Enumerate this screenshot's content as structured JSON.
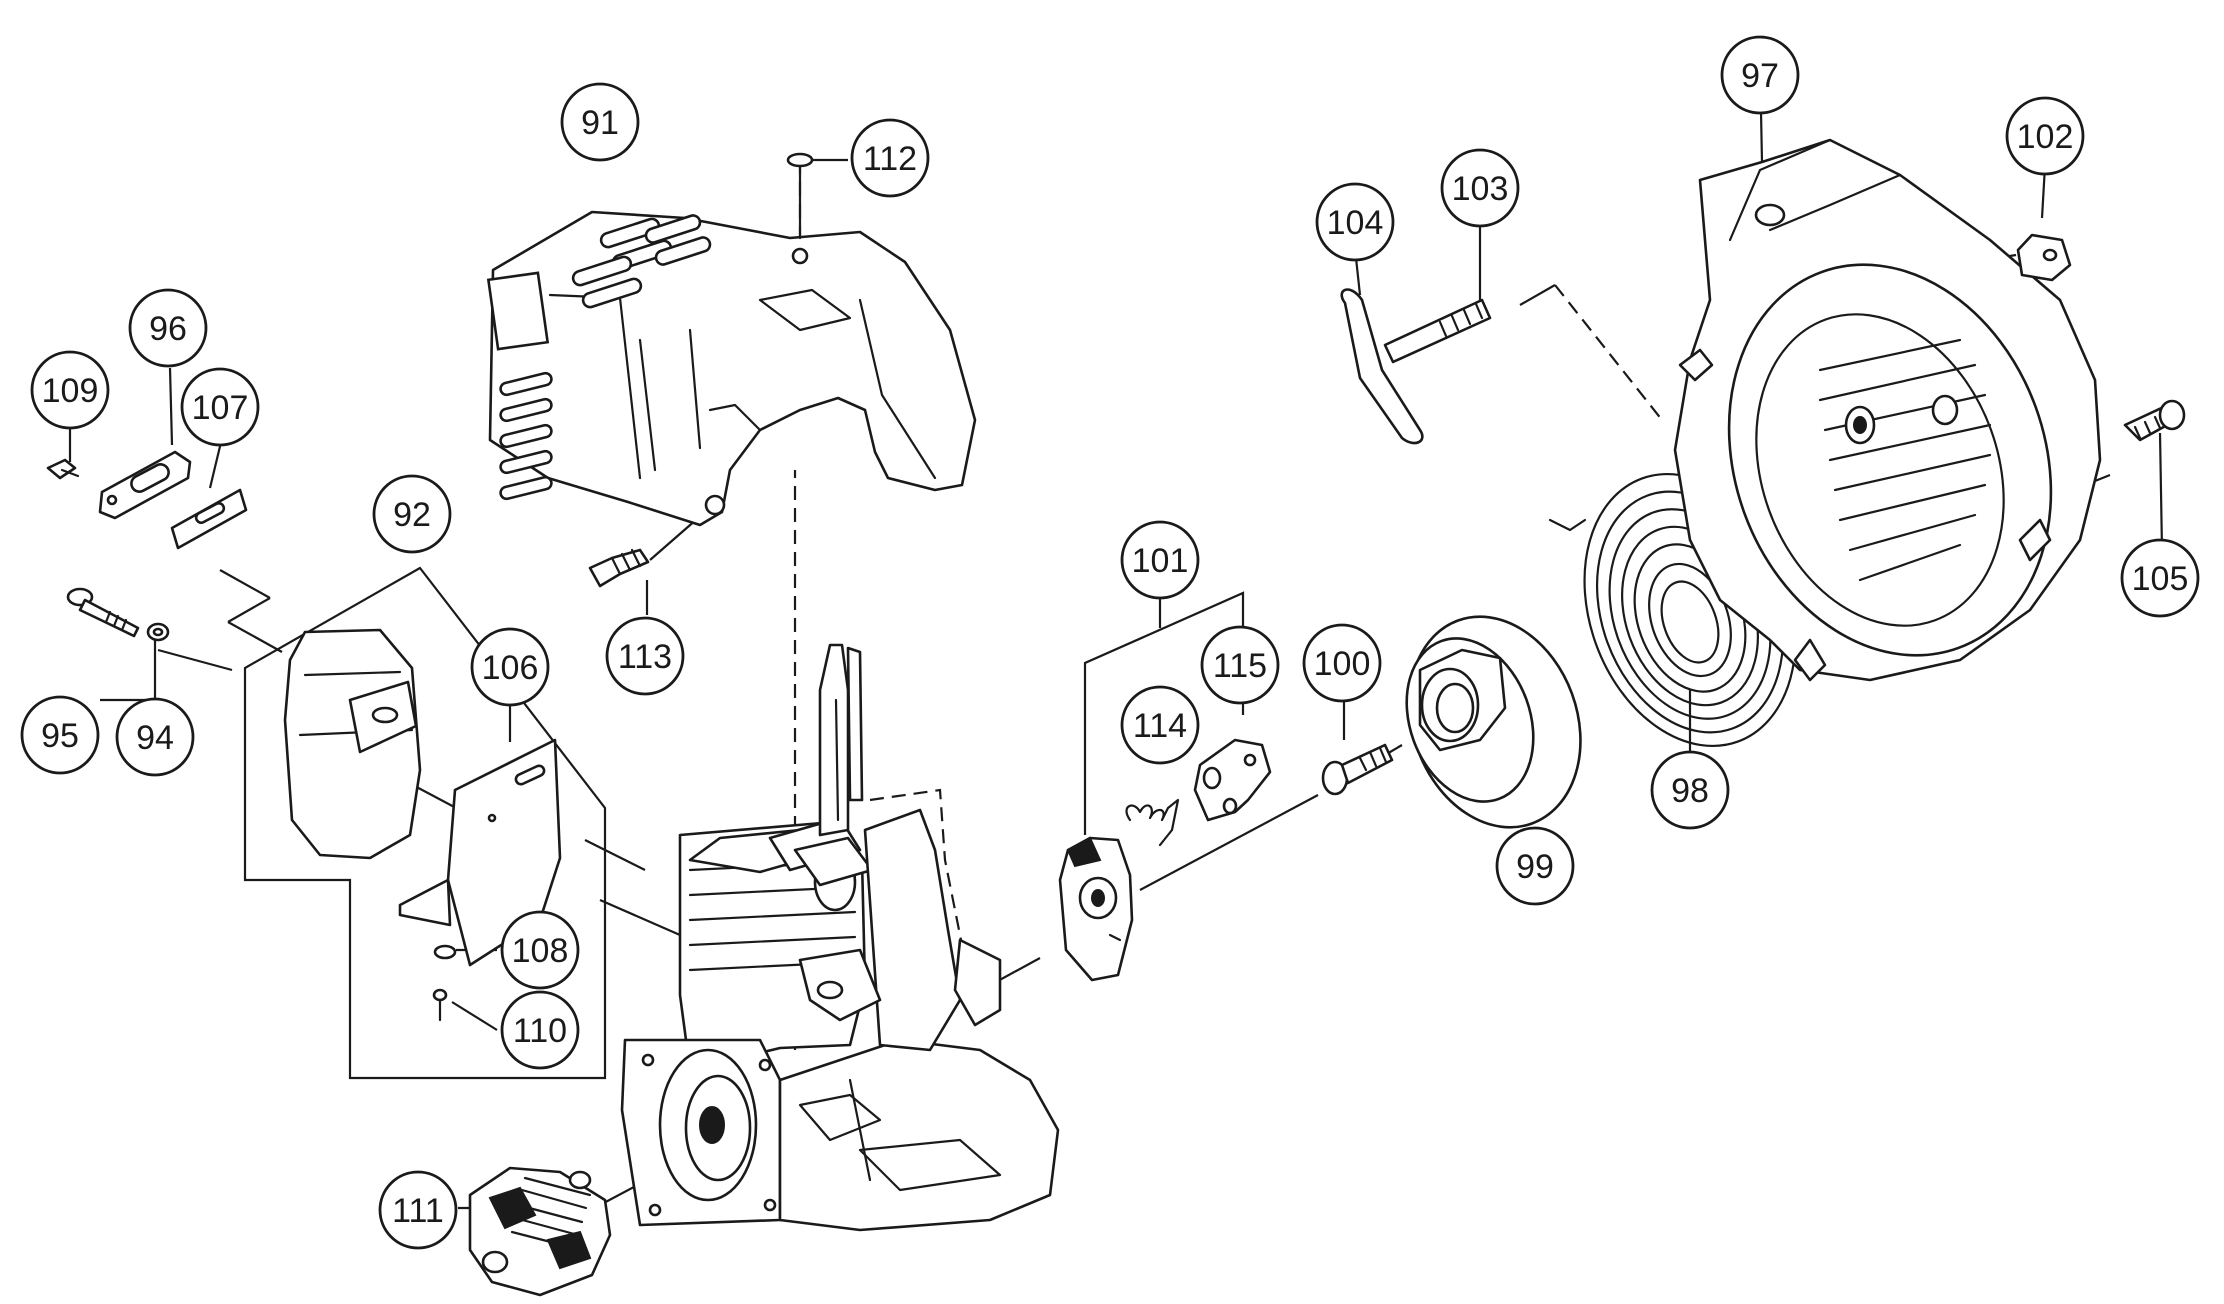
{
  "parts": [
    {
      "id": "91",
      "label": "91"
    },
    {
      "id": "92",
      "label": "92"
    },
    {
      "id": "94",
      "label": "94"
    },
    {
      "id": "95",
      "label": "95"
    },
    {
      "id": "96",
      "label": "96"
    },
    {
      "id": "97",
      "label": "97"
    },
    {
      "id": "98",
      "label": "98"
    },
    {
      "id": "99",
      "label": "99"
    },
    {
      "id": "100",
      "label": "100"
    },
    {
      "id": "101",
      "label": "101"
    },
    {
      "id": "102",
      "label": "102"
    },
    {
      "id": "103",
      "label": "103"
    },
    {
      "id": "104",
      "label": "104"
    },
    {
      "id": "105",
      "label": "105"
    },
    {
      "id": "106",
      "label": "106"
    },
    {
      "id": "107",
      "label": "107"
    },
    {
      "id": "108",
      "label": "108"
    },
    {
      "id": "109",
      "label": "109"
    },
    {
      "id": "110",
      "label": "110"
    },
    {
      "id": "111",
      "label": "111"
    },
    {
      "id": "112",
      "label": "112"
    },
    {
      "id": "113",
      "label": "113"
    },
    {
      "id": "114",
      "label": "114"
    },
    {
      "id": "115",
      "label": "115"
    }
  ]
}
